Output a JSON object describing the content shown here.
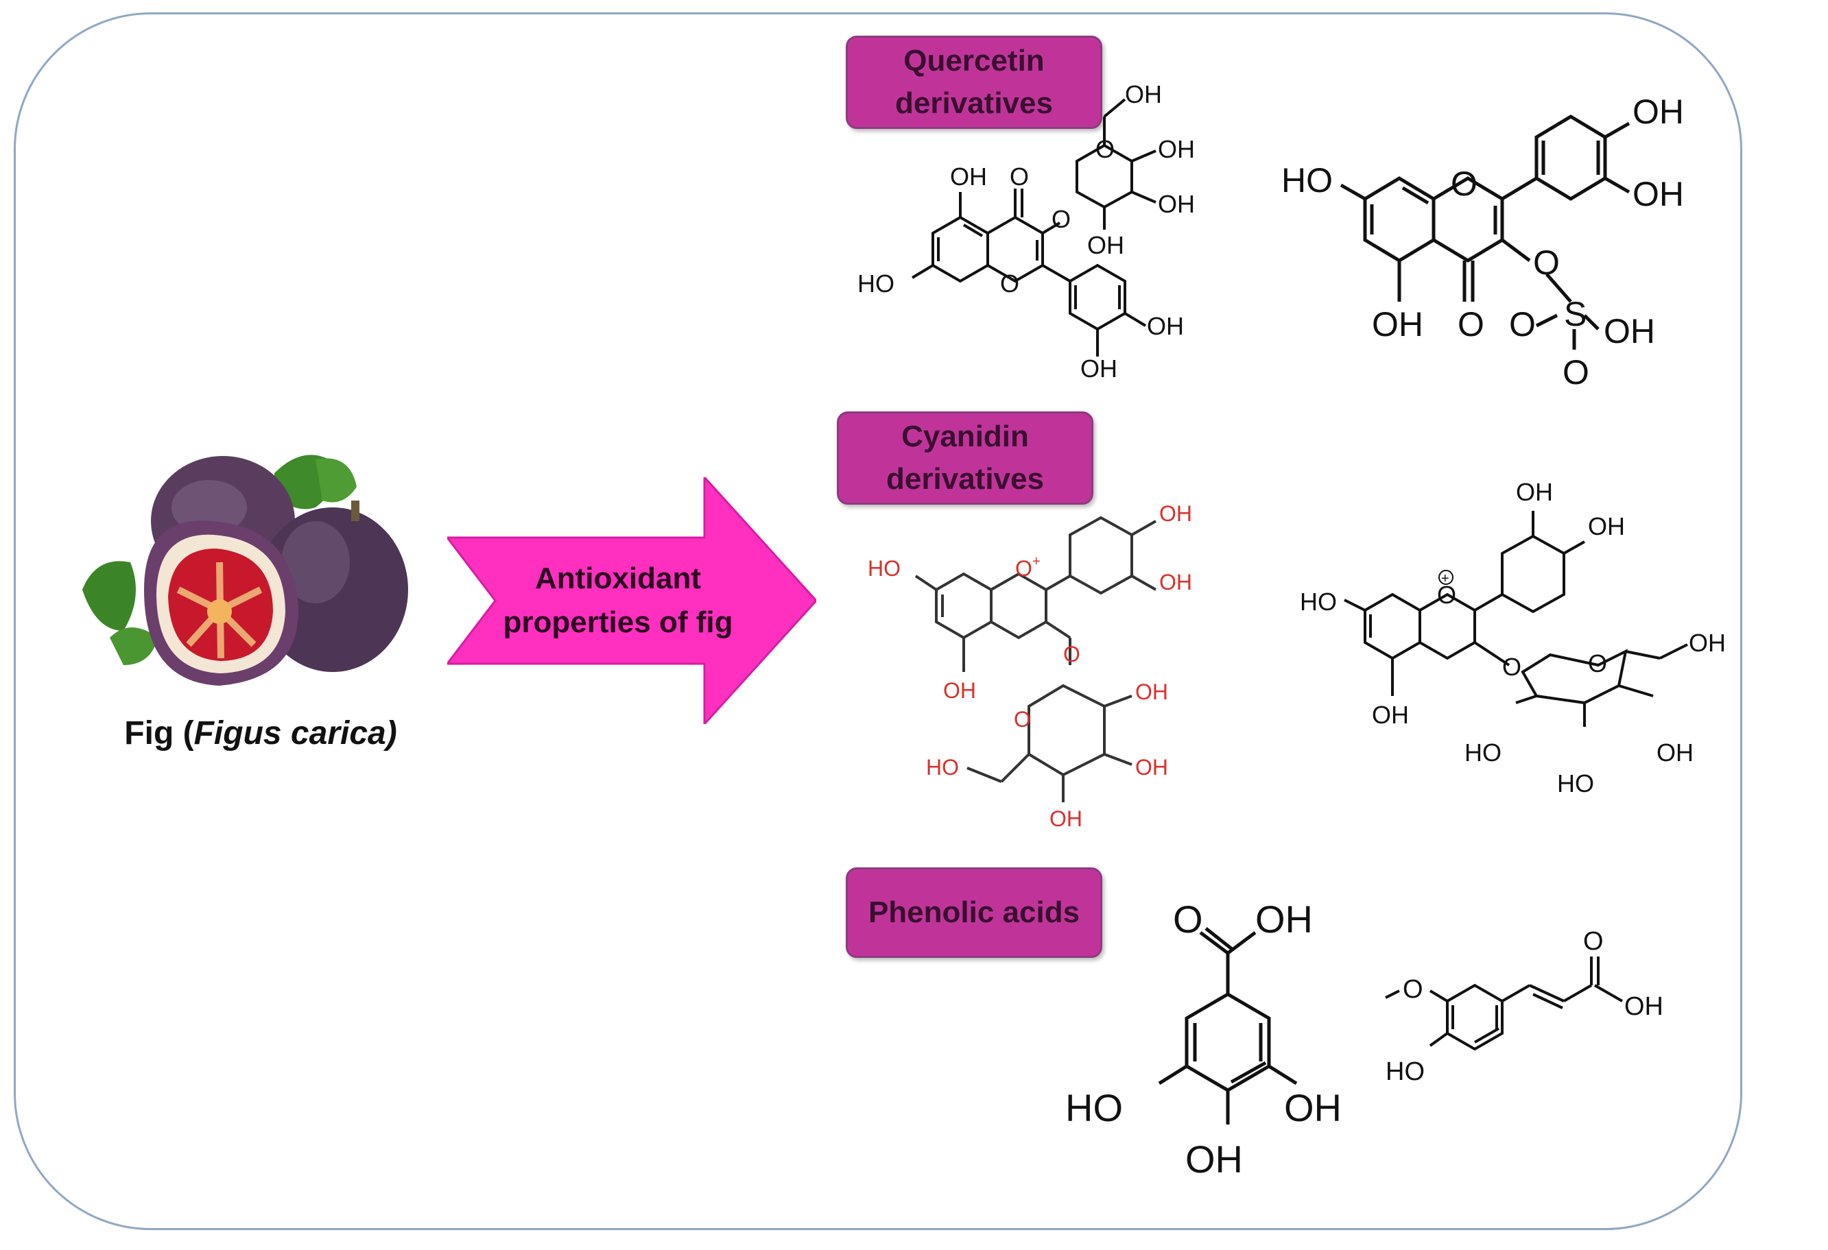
{
  "source": {
    "caption_prefix": "Fig (",
    "caption_species": "Figus carica)",
    "image_name": "fig-fruit-illustration"
  },
  "process": {
    "arrow_line1": "Antioxidant",
    "arrow_line2": "properties of fig",
    "arrow_color": "#ff2fbf"
  },
  "categories": [
    {
      "line1": "Quercetin",
      "line2": "derivatives"
    },
    {
      "line1": "Cyanidin",
      "line2": "derivatives"
    },
    {
      "line1": "Phenolic acids",
      "line2": ""
    }
  ],
  "atom_labels": {
    "oh": "OH",
    "ho": "HO",
    "o": "O",
    "s": "S",
    "o_plus": "O",
    "plus": "+"
  },
  "colors": {
    "label_fill": "#c0349a",
    "frame_border": "#8fa7c4",
    "cyanidin_red_labels": "#d9302c"
  }
}
